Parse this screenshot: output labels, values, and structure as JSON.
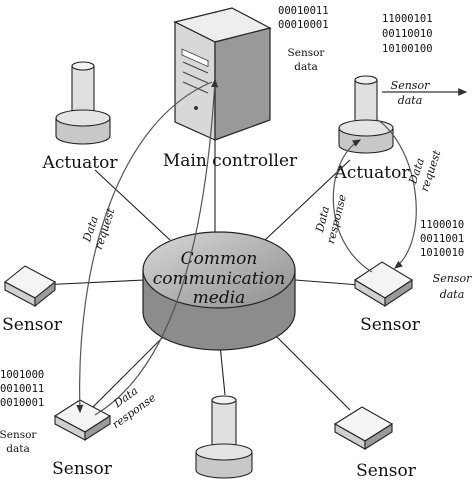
{
  "hub": {
    "lines": [
      "Common",
      "communication",
      "media"
    ]
  },
  "controller": {
    "label": "Main controller",
    "bits": [
      "00010011",
      "00010001"
    ],
    "data_label": [
      "Sensor",
      "data"
    ]
  },
  "actuator_left": {
    "label": "Actuator"
  },
  "actuator_right": {
    "label": "Actuator"
  },
  "sensor_left": {
    "label": "Sensor"
  },
  "sensor_right": {
    "label": "Sensor",
    "bits": [
      "1100010",
      "0011001",
      "1010010"
    ],
    "data_label": [
      "Sensor",
      "data"
    ]
  },
  "sensor_bottom_left": {
    "label": "Sensor",
    "bits": [
      "1001000",
      "0010011",
      "0010001"
    ],
    "data_label": [
      "Sensor",
      "data"
    ]
  },
  "sensor_bottom_right": {
    "label": "Sensor"
  },
  "top_right": {
    "bits": [
      "11000101",
      "00110010",
      "10100100"
    ],
    "data_label": [
      "Sensor",
      "data"
    ]
  },
  "flows": {
    "left_request": [
      "Data",
      "request"
    ],
    "left_response": [
      "Data",
      "response"
    ],
    "right_response": [
      "Data",
      "response"
    ],
    "right_request": [
      "Data",
      "request"
    ]
  },
  "colors": {
    "hub_fill": "#b5b5b5",
    "device_fill": "#dcdcdc",
    "line": "#222222"
  }
}
